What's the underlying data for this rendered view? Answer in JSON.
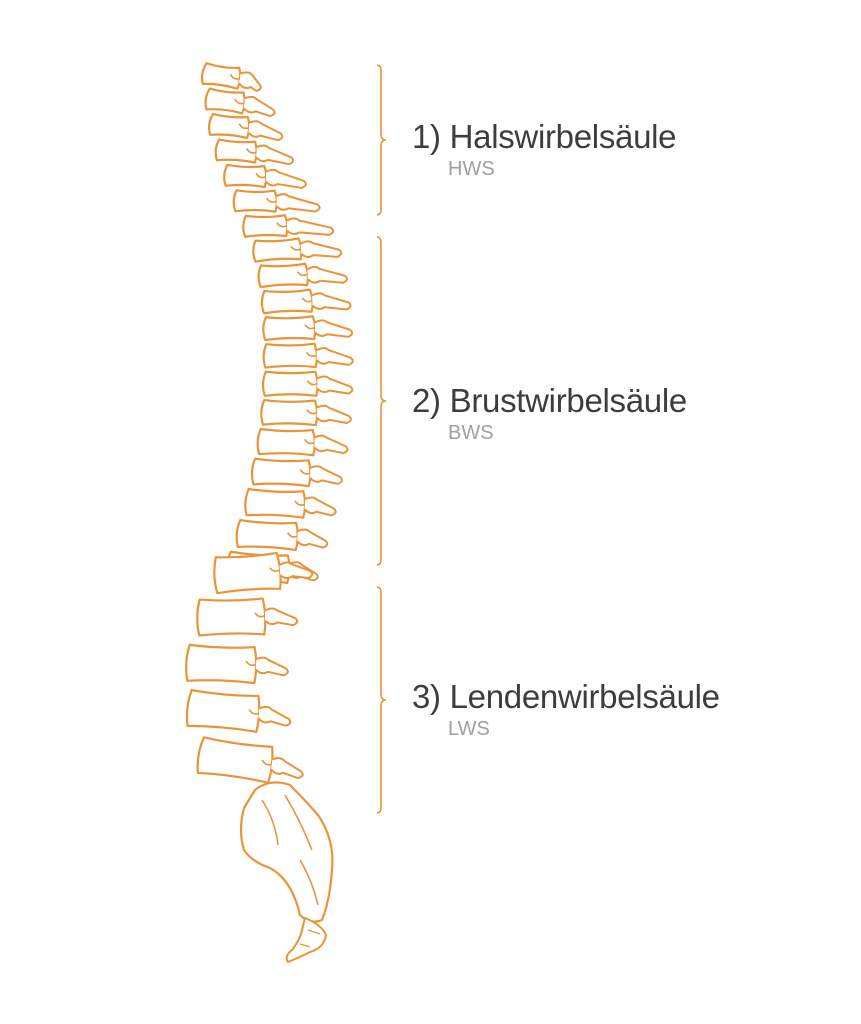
{
  "colors": {
    "accent": "#e8953a",
    "title": "#3d3d3d",
    "subtitle": "#a0a0a0"
  },
  "sections": [
    {
      "title": "1) Halswirbelsäule",
      "abbr": "HWS"
    },
    {
      "title": "2) Brustwirbelsäule",
      "abbr": "BWS"
    },
    {
      "title": "3) Lendenwirbelsäule",
      "abbr": "LWS"
    }
  ]
}
